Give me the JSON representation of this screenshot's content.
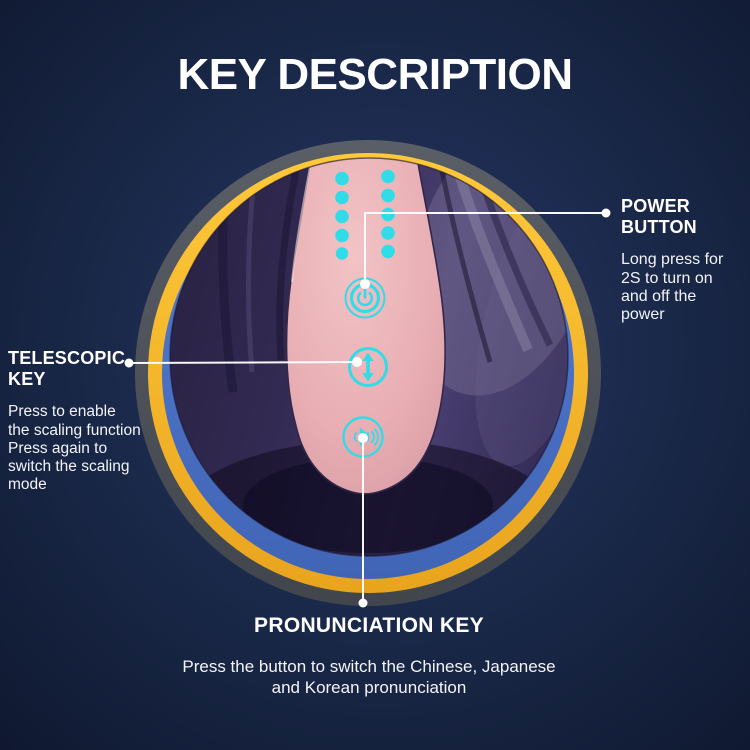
{
  "title": "KEY DESCRIPTION",
  "annotations": {
    "power": {
      "heading": "POWER BUTTON",
      "body_lines": [
        "Long press for",
        "2S to turn on",
        "and off the",
        "power"
      ]
    },
    "telescopic": {
      "heading": "TELESCOPIC KEY",
      "body_lines": [
        "Press to enable",
        "the scaling function",
        "Press again to",
        "switch the scaling",
        "mode"
      ]
    },
    "pronunciation": {
      "heading": "PRONUNCIATION KEY",
      "body_lines": [
        "Press the button to switch the Chinese, Japanese",
        "and Korean pronunciation"
      ]
    }
  },
  "device": {
    "buttons": [
      {
        "name": "power-button",
        "icon": "power-icon"
      },
      {
        "name": "telescopic-button",
        "icon": "up-down-arrow-icon"
      },
      {
        "name": "pronunciation-button",
        "icon": "speaker-icon"
      }
    ],
    "led_dots": {
      "columns": 2,
      "per_column": 5
    }
  },
  "colors": {
    "background_navy": "#16223f",
    "ring_gray": "#50555d",
    "ring_yellow": "#f5b62b",
    "ring_blue": "#4b70c6",
    "fabric_purple": "#39315c",
    "device_pink": "#e7adb2",
    "accent_cyan": "#30dce8",
    "text_white": "#ffffff"
  }
}
